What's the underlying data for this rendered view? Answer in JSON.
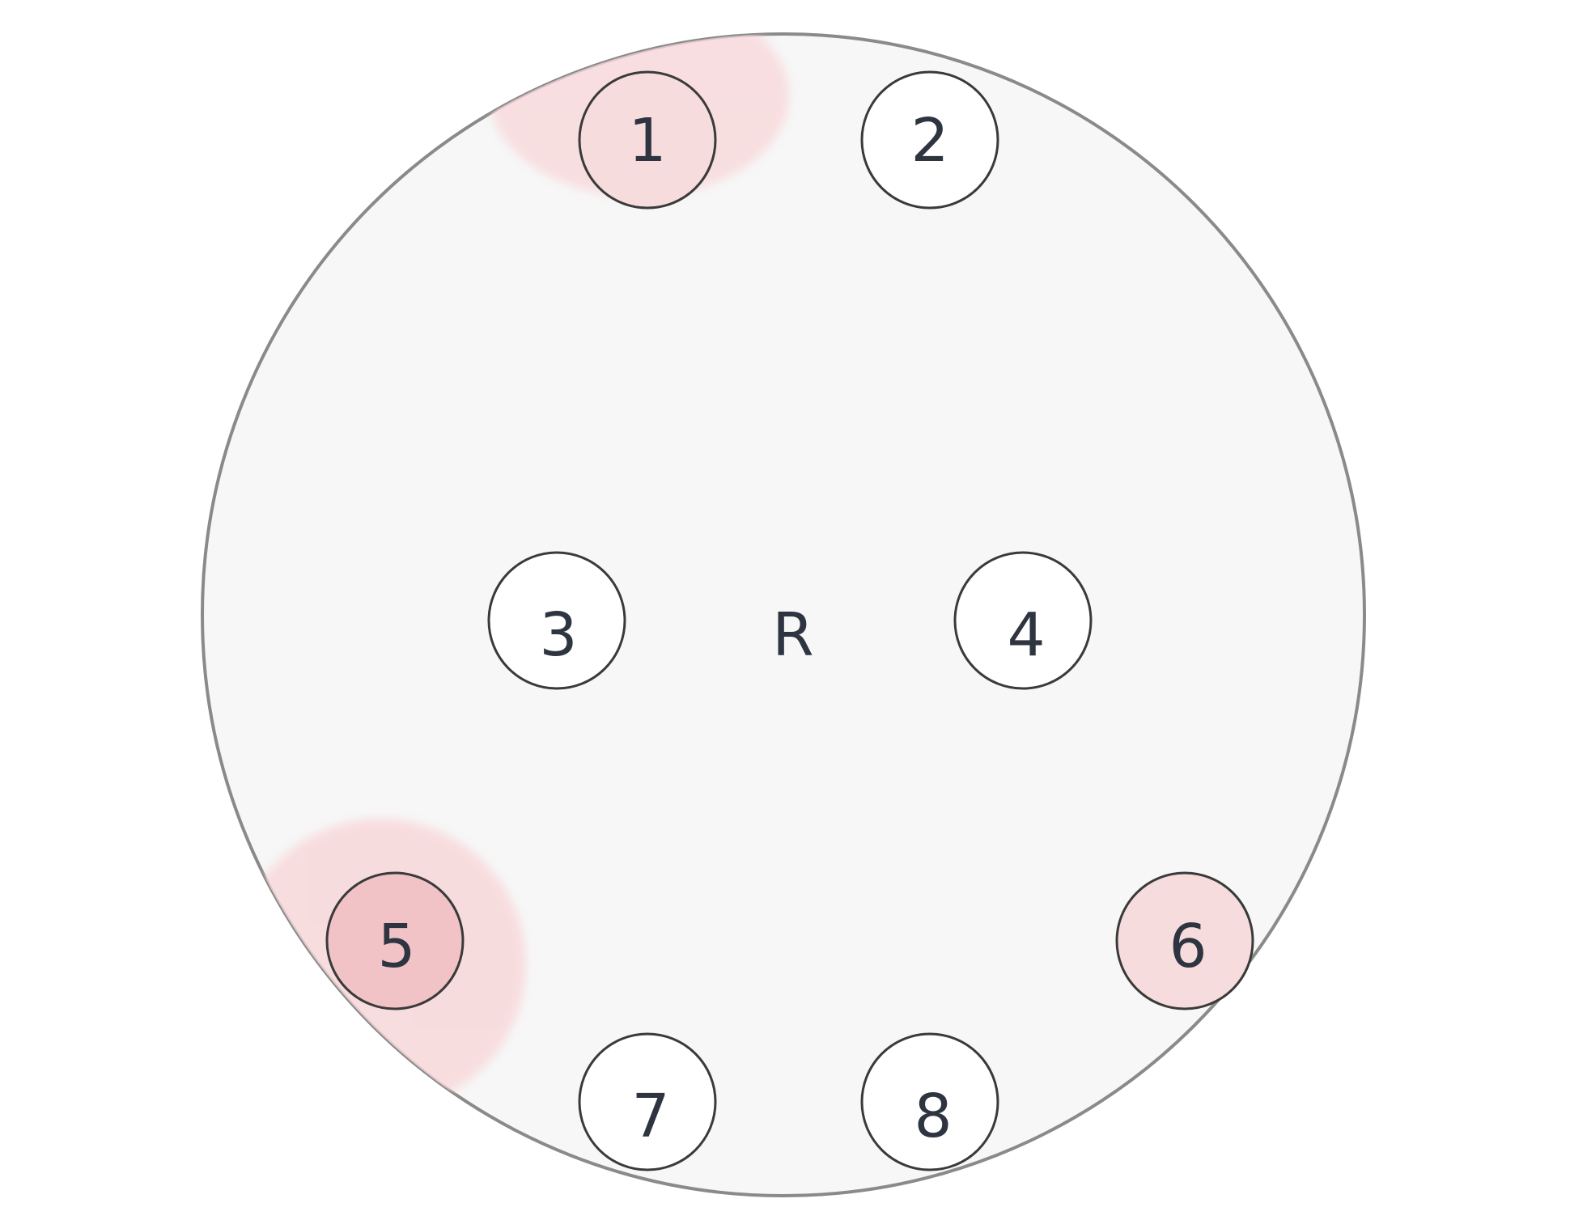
{
  "diagram": {
    "center_label": "R",
    "colors": {
      "disk_fill": "#f7f7f7",
      "disk_stroke": "#8a8a8a",
      "circle_stroke": "#3a3a3a",
      "text": "#2e3540",
      "highlight_light": "#f6dcdc",
      "highlight_medium": "#f1c3c6",
      "halo": "#f8d6d8"
    },
    "nodes": [
      {
        "label": "1",
        "highlight": "light",
        "halo": true
      },
      {
        "label": "2",
        "highlight": "none",
        "halo": false
      },
      {
        "label": "3",
        "highlight": "none",
        "halo": false
      },
      {
        "label": "4",
        "highlight": "none",
        "halo": false
      },
      {
        "label": "5",
        "highlight": "medium",
        "halo": true
      },
      {
        "label": "6",
        "highlight": "light",
        "halo": false
      },
      {
        "label": "7",
        "highlight": "none",
        "halo": false
      },
      {
        "label": "8",
        "highlight": "none",
        "halo": false
      }
    ]
  }
}
